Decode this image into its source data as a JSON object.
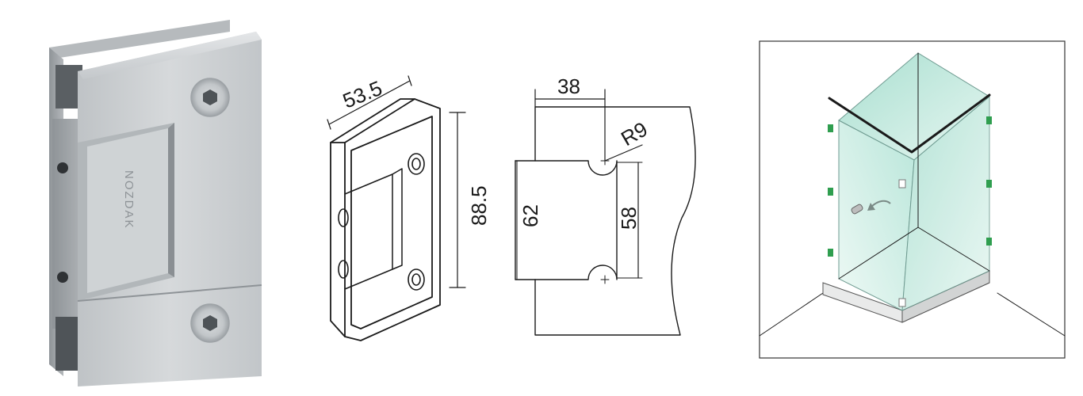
{
  "photo": {
    "brand_engraving": "NOZDAK",
    "finish_color": "#c9cdd0"
  },
  "isometric_drawing": {
    "width_label": "53.5",
    "height_label": "88.5"
  },
  "plate_drawing": {
    "offset_label": "38",
    "radius_label": "R9",
    "outer_height_label": "62",
    "inner_height_label": "58"
  },
  "shower_illustration": {
    "glass_color": "#bfe8dd",
    "clip_color": "#2f9e4f"
  }
}
